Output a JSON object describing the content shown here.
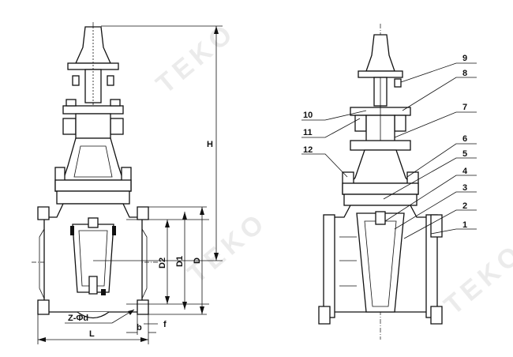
{
  "watermark": {
    "text": "TEKO"
  },
  "left_view": {
    "dimension_labels": {
      "height": "H",
      "d2": "D2",
      "d1": "D1",
      "d": "D",
      "bolt_holes": "Z-Φd",
      "length": "L",
      "flange_thickness": "b",
      "raised_face": "f"
    }
  },
  "right_view": {
    "part_numbers": [
      "1",
      "2",
      "3",
      "4",
      "5",
      "6",
      "7",
      "8",
      "9",
      "10",
      "11",
      "12"
    ]
  }
}
